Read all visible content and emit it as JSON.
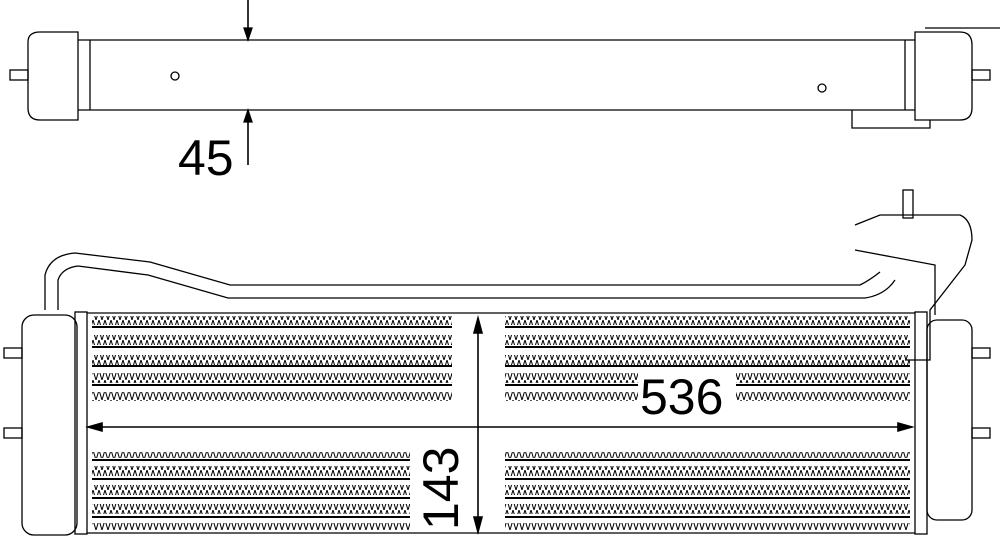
{
  "drawing": {
    "dimensions": {
      "depth": "45",
      "length": "536",
      "height": "143"
    },
    "line_color": "#000000",
    "background": "#ffffff"
  }
}
